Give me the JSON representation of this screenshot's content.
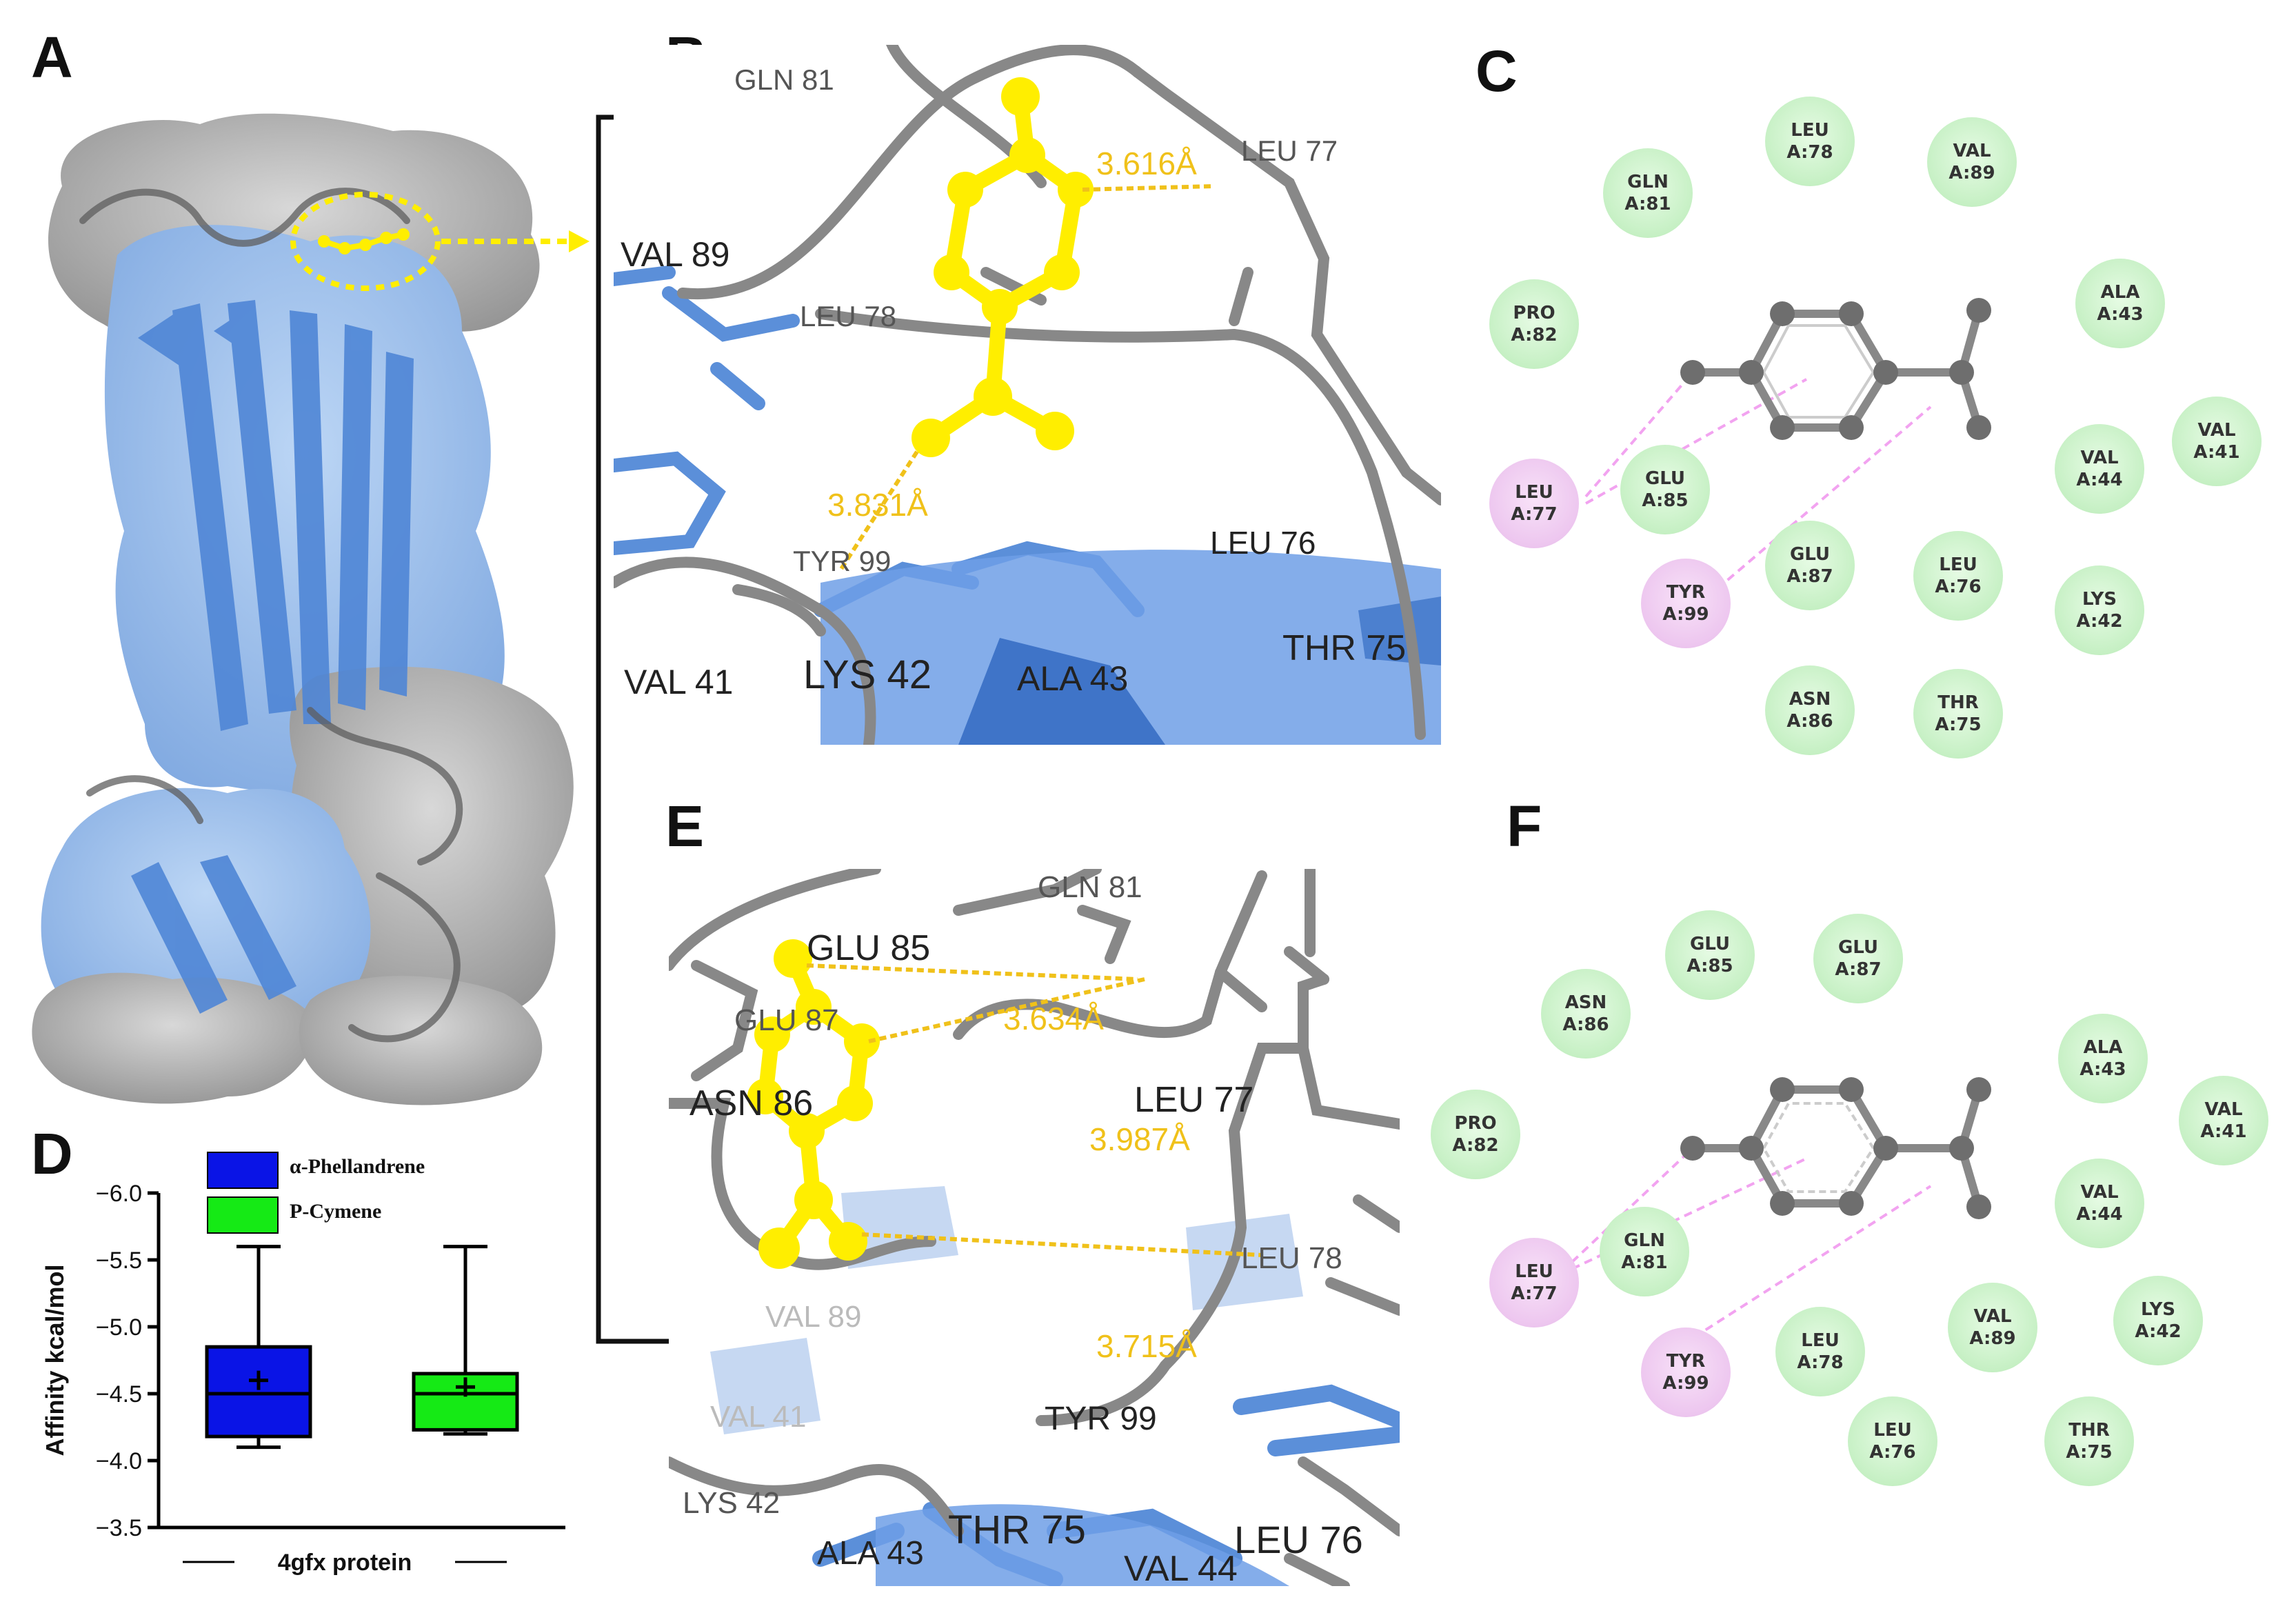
{
  "panels": {
    "A": "A",
    "B": "B",
    "C": "C",
    "D": "D",
    "E": "E",
    "F": "F"
  },
  "panel_b": {
    "residues": [
      "GLN 81",
      "LEU 77",
      "VAL 89",
      "LEU 78",
      "TYR 99",
      "LEU 76",
      "THR 75",
      "VAL 41",
      "LYS 42",
      "ALA 43"
    ],
    "distances": [
      "3.616Å",
      "3.831Å"
    ]
  },
  "panel_e": {
    "residues": [
      "GLN 81",
      "GLU 85",
      "GLU 87",
      "ASN 86",
      "LEU 77",
      "LEU 78",
      "VAL 89",
      "VAL 41",
      "TYR 99",
      "LYS 42",
      "THR 75",
      "ALA 43",
      "VAL 44",
      "LEU 76"
    ],
    "distances": [
      "3.634Å",
      "3.987Å",
      "3.715Å"
    ]
  },
  "panel_c": {
    "green": [
      {
        "name": "LEU",
        "chain": "A:78"
      },
      {
        "name": "VAL",
        "chain": "A:89"
      },
      {
        "name": "GLN",
        "chain": "A:81"
      },
      {
        "name": "PRO",
        "chain": "A:82"
      },
      {
        "name": "ALA",
        "chain": "A:43"
      },
      {
        "name": "VAL",
        "chain": "A:41"
      },
      {
        "name": "GLU",
        "chain": "A:85"
      },
      {
        "name": "VAL",
        "chain": "A:44"
      },
      {
        "name": "GLU",
        "chain": "A:87"
      },
      {
        "name": "LEU",
        "chain": "A:76"
      },
      {
        "name": "LYS",
        "chain": "A:42"
      },
      {
        "name": "ASN",
        "chain": "A:86"
      },
      {
        "name": "THR",
        "chain": "A:75"
      }
    ],
    "pink": [
      {
        "name": "LEU",
        "chain": "A:77"
      },
      {
        "name": "TYR",
        "chain": "A:99"
      }
    ]
  },
  "panel_f": {
    "green": [
      {
        "name": "GLU",
        "chain": "A:85"
      },
      {
        "name": "GLU",
        "chain": "A:87"
      },
      {
        "name": "ASN",
        "chain": "A:86"
      },
      {
        "name": "ALA",
        "chain": "A:43"
      },
      {
        "name": "PRO",
        "chain": "A:82"
      },
      {
        "name": "VAL",
        "chain": "A:41"
      },
      {
        "name": "VAL",
        "chain": "A:44"
      },
      {
        "name": "GLN",
        "chain": "A:81"
      },
      {
        "name": "LYS",
        "chain": "A:42"
      },
      {
        "name": "VAL",
        "chain": "A:89"
      },
      {
        "name": "LEU",
        "chain": "A:78"
      },
      {
        "name": "LEU",
        "chain": "A:76"
      },
      {
        "name": "THR",
        "chain": "A:75"
      }
    ],
    "pink": [
      {
        "name": "LEU",
        "chain": "A:77"
      },
      {
        "name": "TYR",
        "chain": "A:99"
      }
    ]
  },
  "colors": {
    "protein_blue": "#5b8fd9",
    "surface_grey": "#a9a9a9",
    "ligand_yellow": "#ffee00",
    "box_alpha": "#0a14e6",
    "box_pcymene": "#15ea15",
    "residue_green": "#c6f0c4",
    "residue_pink": "#edc6ef"
  },
  "chart_data": {
    "type": "box",
    "title": "",
    "xlabel": "4gfx protein",
    "ylabel": "Affinity kcal/mol",
    "ylim": [
      -3.5,
      -6.0
    ],
    "yticks": [
      "-6.0",
      "-5.5",
      "-5.0",
      "-4.5",
      "-4.0",
      "-3.5"
    ],
    "series": [
      {
        "name": "α-Phellandrene",
        "min": -4.1,
        "q1": -4.18,
        "median": -4.5,
        "mean": -4.6,
        "q3": -4.85,
        "max": -5.6,
        "color": "#0a14e6"
      },
      {
        "name": "P-Cymene",
        "min": -4.2,
        "q1": -4.23,
        "median": -4.5,
        "mean": -4.55,
        "q3": -4.65,
        "max": -5.6,
        "color": "#15ea15"
      }
    ]
  }
}
